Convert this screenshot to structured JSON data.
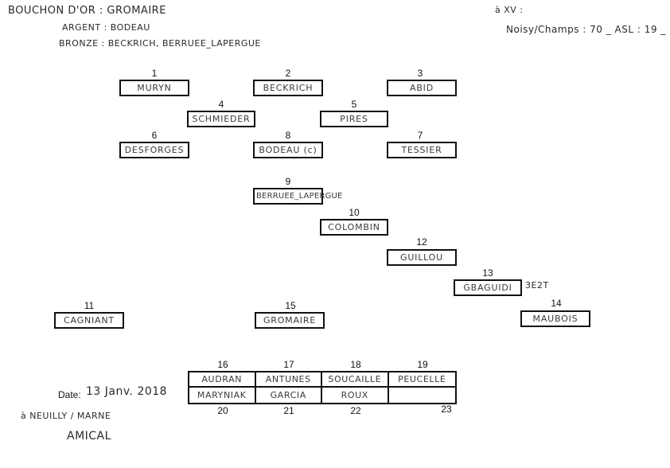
{
  "header": {
    "bouchon_or": "BOUCHON D'OR : GROMAIRE",
    "argent": "ARGENT : BODEAU",
    "bronze": "BRONZE : BECKRICH, BERRUEE_LAPERGUE",
    "top_right_1": "à XV :",
    "top_right_2": "Noisy/Champs : 70 _ ASL : 19 _"
  },
  "boxes": [
    {
      "num": "1",
      "name": "MURYN"
    },
    {
      "num": "2",
      "name": "BECKRICH"
    },
    {
      "num": "3",
      "name": "ABID"
    },
    {
      "num": "4",
      "name": "SCHMIEDER"
    },
    {
      "num": "5",
      "name": "PIRES"
    },
    {
      "num": "6",
      "name": "DESFORGES"
    },
    {
      "num": "8",
      "name": "BODEAU (c)"
    },
    {
      "num": "7",
      "name": "TESSIER"
    },
    {
      "num": "9",
      "name": "BERRUEE_LAPERGUE"
    },
    {
      "num": "10",
      "name": "COLOMBIN"
    },
    {
      "num": "12",
      "name": "GUILLOU"
    },
    {
      "num": "13",
      "name": "GBAGUIDI"
    },
    {
      "num": "11",
      "name": "CAGNIANT"
    },
    {
      "num": "15",
      "name": "GROMAIRE"
    },
    {
      "num": "14",
      "name": "MAUBOIS"
    }
  ],
  "note_13": "3E2T",
  "bench": {
    "top_nums": [
      "16",
      "17",
      "18",
      "19"
    ],
    "row1": [
      "AUDRAN",
      "ANTUNES",
      "SOUCAILLE",
      "PEUCELLE"
    ],
    "row2": [
      "MARYNIAK",
      "GARCIA",
      "ROUX",
      ""
    ],
    "bottom_nums": [
      "20",
      "21",
      "22",
      "23"
    ]
  },
  "footer": {
    "date_label": "Date:",
    "date_value": "13 Janv. 2018",
    "place": "à NEUILLY / MARNE",
    "type": "AMICAL"
  }
}
